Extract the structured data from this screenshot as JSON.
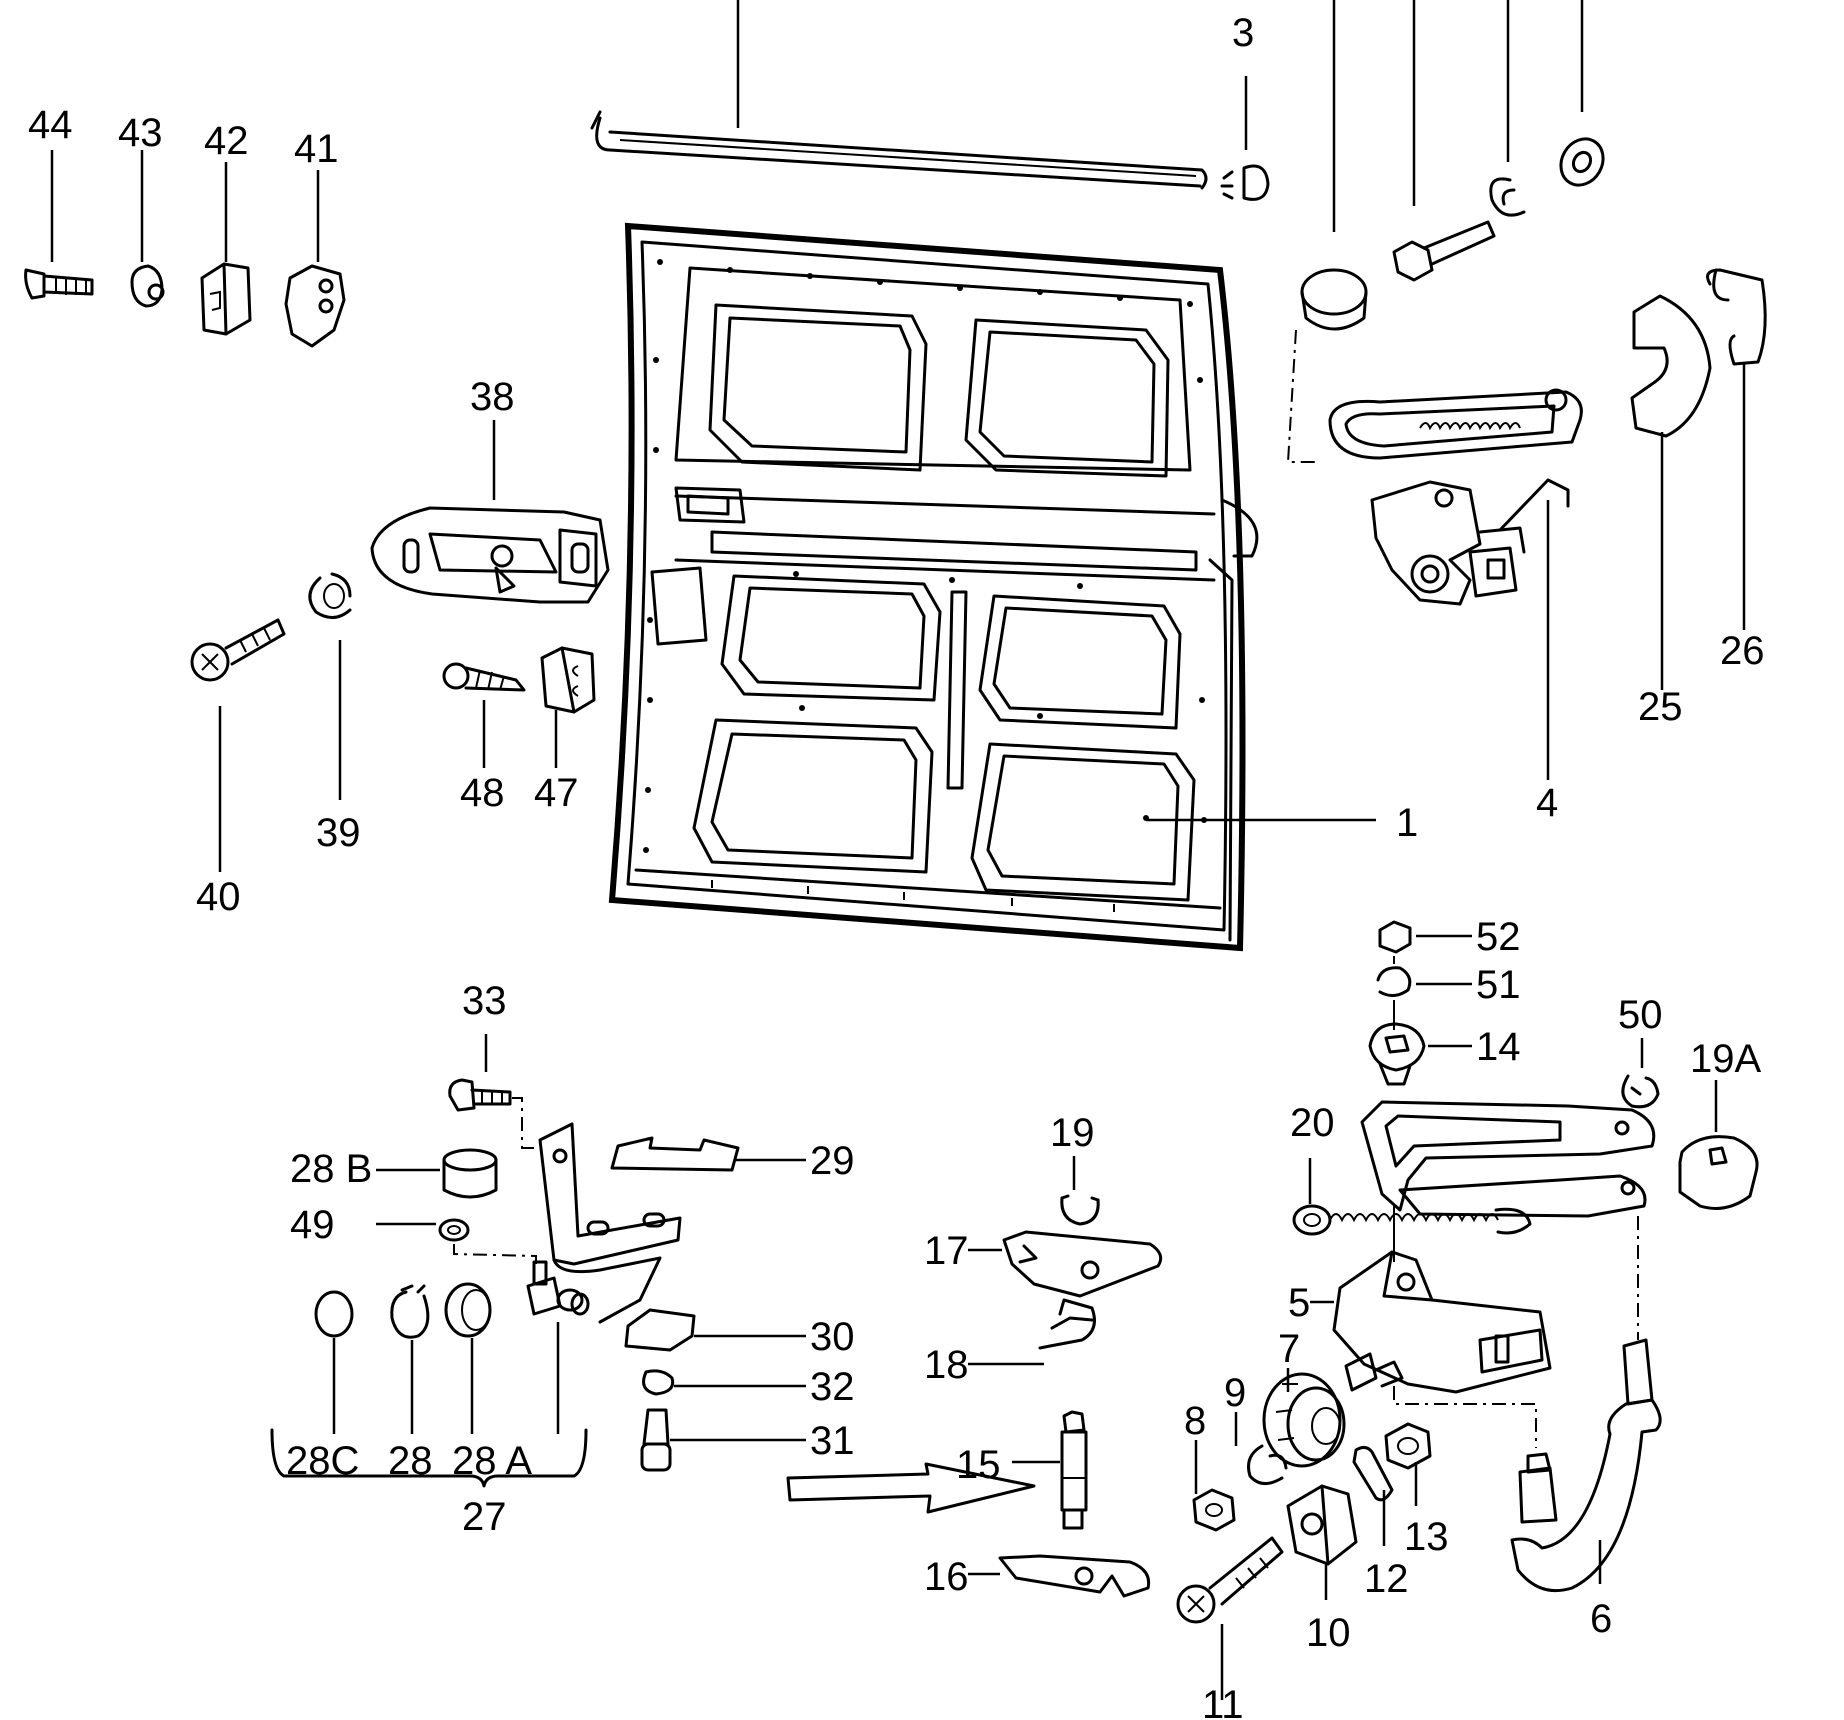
{
  "callouts": {
    "n1": "1",
    "n3": "3",
    "n4": "4",
    "n5": "5",
    "n6": "6",
    "n7": "7",
    "n8": "8",
    "n9": "9",
    "n10": "10",
    "n11": "11",
    "n12": "12",
    "n13": "13",
    "n14": "14",
    "n15": "15",
    "n16": "16",
    "n17": "17",
    "n18": "18",
    "n19": "19",
    "n19a": "19A",
    "n20": "20",
    "n25": "25",
    "n26": "26",
    "n27": "27",
    "n28": "28",
    "n28a": "28 A",
    "n28b": "28 B",
    "n28c": "28C",
    "n29": "29",
    "n30": "30",
    "n31": "31",
    "n32": "32",
    "n33": "33",
    "n38": "38",
    "n39": "39",
    "n40": "40",
    "n41": "41",
    "n42": "42",
    "n43": "43",
    "n44": "44",
    "n47": "47",
    "n48": "48",
    "n49": "49",
    "n50": "50",
    "n51": "51",
    "n52": "52"
  }
}
